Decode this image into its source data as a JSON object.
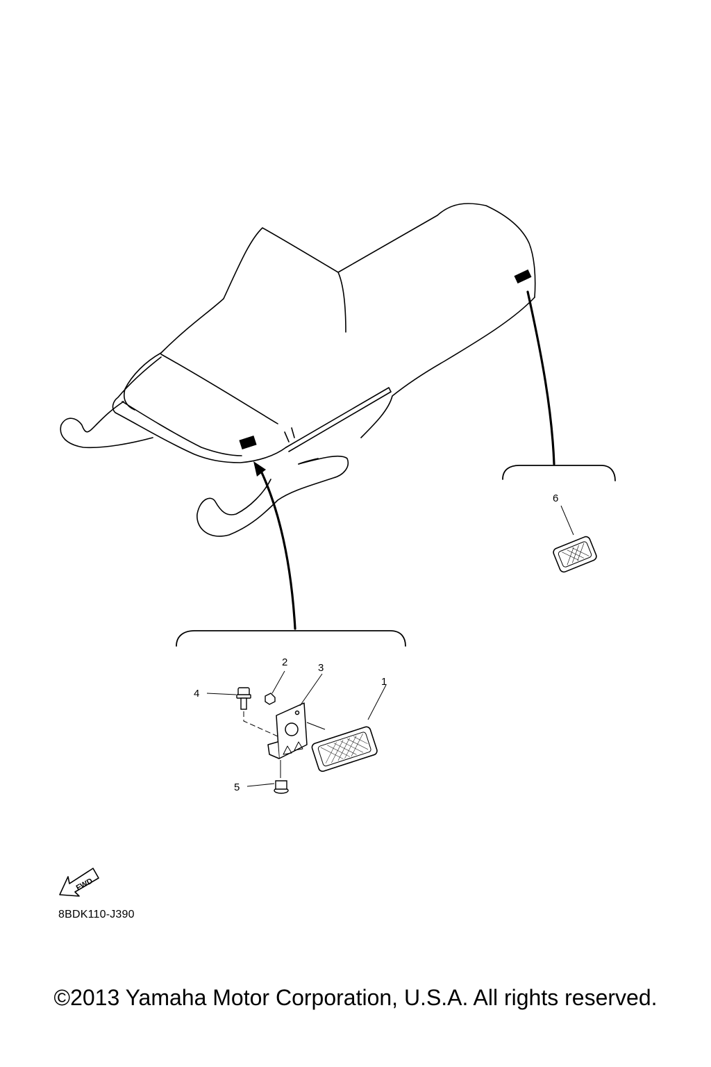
{
  "callouts": {
    "c1": "1",
    "c2": "2",
    "c3": "3",
    "c4": "4",
    "c5": "5",
    "c6": "6"
  },
  "fwd_label": "FWD",
  "diagram_code": "8BDK110-J390",
  "copyright": "©2013 Yamaha Motor Corporation, U.S.A. All rights reserved."
}
